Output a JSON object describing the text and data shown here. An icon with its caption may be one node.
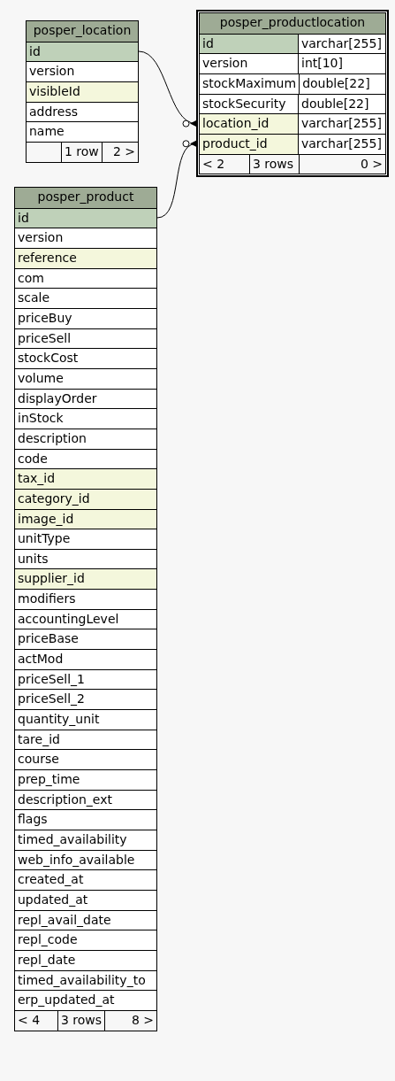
{
  "diagram": {
    "nodes": [
      {
        "text": [
          "posper_location"
        ]
      },
      {
        "text": [
          "id"
        ],
        "in": 0
      },
      {
        "text": [
          "version"
        ],
        "in": 0
      },
      {
        "text": [
          "visibleId"
        ],
        "in": 0
      },
      {
        "text": [
          "address"
        ],
        "in": 0
      },
      {
        "text": [
          "name"
        ],
        "in": 0
      },
      {
        "text": [
          "1 row",
          "2 >"
        ],
        "in": 0
      },
      {
        "text": [
          "posper_productlocation"
        ]
      },
      {
        "text": [
          "id",
          "varchar[255]"
        ],
        "in": 7
      },
      {
        "text": [
          "version",
          "int[10]"
        ],
        "in": 7
      },
      {
        "text": [
          "stockMaximum",
          "double[22]"
        ],
        "in": 7
      },
      {
        "text": [
          "stockSecurity",
          "double[22]"
        ],
        "in": 7
      },
      {
        "text": [
          "location_id",
          "varchar[255]"
        ],
        "in": 7
      },
      {
        "text": [
          "product_id",
          "varchar[255]"
        ],
        "in": 7
      },
      {
        "text": [
          "< 2",
          "3 rows",
          "0 >"
        ],
        "in": 7
      },
      {
        "text": [
          "posper_product"
        ]
      },
      {
        "text": [
          "id"
        ],
        "in": 15
      },
      {
        "text": [
          "version"
        ],
        "in": 15
      },
      {
        "text": [
          "reference"
        ],
        "in": 15
      },
      {
        "text": [
          "com"
        ],
        "in": 15
      },
      {
        "text": [
          "scale"
        ],
        "in": 15
      },
      {
        "text": [
          "priceBuy"
        ],
        "in": 15
      },
      {
        "text": [
          "priceSell"
        ],
        "in": 15
      },
      {
        "text": [
          "stockCost"
        ],
        "in": 15
      },
      {
        "text": [
          "volume"
        ],
        "in": 15
      },
      {
        "text": [
          "displayOrder"
        ],
        "in": 15
      },
      {
        "text": [
          "inStock"
        ],
        "in": 15
      },
      {
        "text": [
          "description"
        ],
        "in": 15
      },
      {
        "text": [
          "code"
        ],
        "in": 15
      },
      {
        "text": [
          "tax_id"
        ],
        "in": 15
      },
      {
        "text": [
          "category_id"
        ],
        "in": 15
      },
      {
        "text": [
          "image_id"
        ],
        "in": 15
      },
      {
        "text": [
          "unitType"
        ],
        "in": 15
      },
      {
        "text": [
          "units"
        ],
        "in": 15
      },
      {
        "text": [
          "supplier_id"
        ],
        "in": 15
      },
      {
        "text": [
          "modifiers"
        ],
        "in": 15
      },
      {
        "text": [
          "accountingLevel"
        ],
        "in": 15
      },
      {
        "text": [
          "priceBase"
        ],
        "in": 15
      },
      {
        "text": [
          "actMod"
        ],
        "in": 15
      },
      {
        "text": [
          "priceSell_1"
        ],
        "in": 15
      },
      {
        "text": [
          "priceSell_2"
        ],
        "in": 15
      },
      {
        "text": [
          "quantity_unit"
        ],
        "in": 15
      },
      {
        "text": [
          "tare_id"
        ],
        "in": 15
      },
      {
        "text": [
          "course"
        ],
        "in": 15
      },
      {
        "text": [
          "prep_time"
        ],
        "in": 15
      },
      {
        "text": [
          "description_ext"
        ],
        "in": 15
      },
      {
        "text": [
          "flags"
        ],
        "in": 15
      },
      {
        "text": [
          "timed_availability"
        ],
        "in": 15
      },
      {
        "text": [
          "web_info_available"
        ],
        "in": 15
      },
      {
        "text": [
          "created_at"
        ],
        "in": 15
      },
      {
        "text": [
          "updated_at"
        ],
        "in": 15
      },
      {
        "text": [
          "repl_avail_date"
        ],
        "in": 15
      },
      {
        "text": [
          "repl_code"
        ],
        "in": 15
      },
      {
        "text": [
          "repl_date"
        ],
        "in": 15
      },
      {
        "text": [
          "timed_availability_to"
        ],
        "in": 15
      },
      {
        "text": [
          "erp_updated_at"
        ],
        "in": 15
      },
      {
        "text": [
          "< 4",
          "3 rows",
          "8 >"
        ],
        "in": 15
      }
    ],
    "edges": [
      {
        "from": 1,
        "to": 12,
        "arrow": "other"
      },
      {
        "from": 16,
        "to": 13,
        "arrow": "other"
      }
    ]
  }
}
